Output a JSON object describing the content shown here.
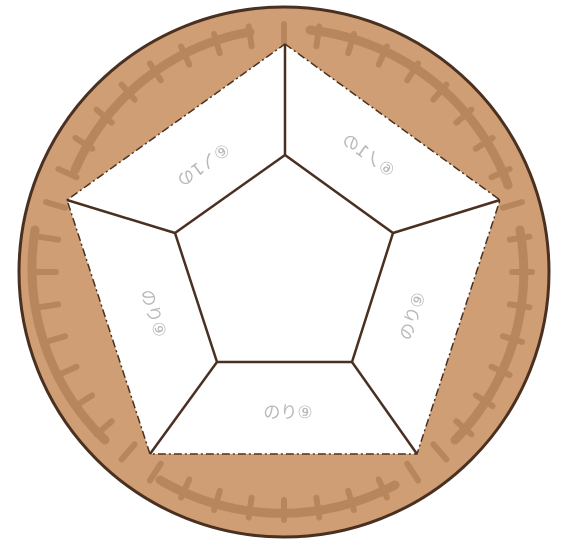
{
  "board": {
    "panels": [
      {
        "id": "top-left",
        "label": "⑥ノ1の"
      },
      {
        "id": "top-right",
        "label": "⑥ノ1の"
      },
      {
        "id": "right",
        "label": "のり⑨"
      },
      {
        "id": "bottom",
        "label": "のり⑨"
      },
      {
        "id": "left",
        "label": "のり⑨"
      }
    ]
  },
  "colors": {
    "wood": "#cf9e74",
    "wood_dark": "#b8865c",
    "outline": "#4a3020",
    "panel_fill": "#ffffff",
    "label": "#b8b8b8"
  }
}
